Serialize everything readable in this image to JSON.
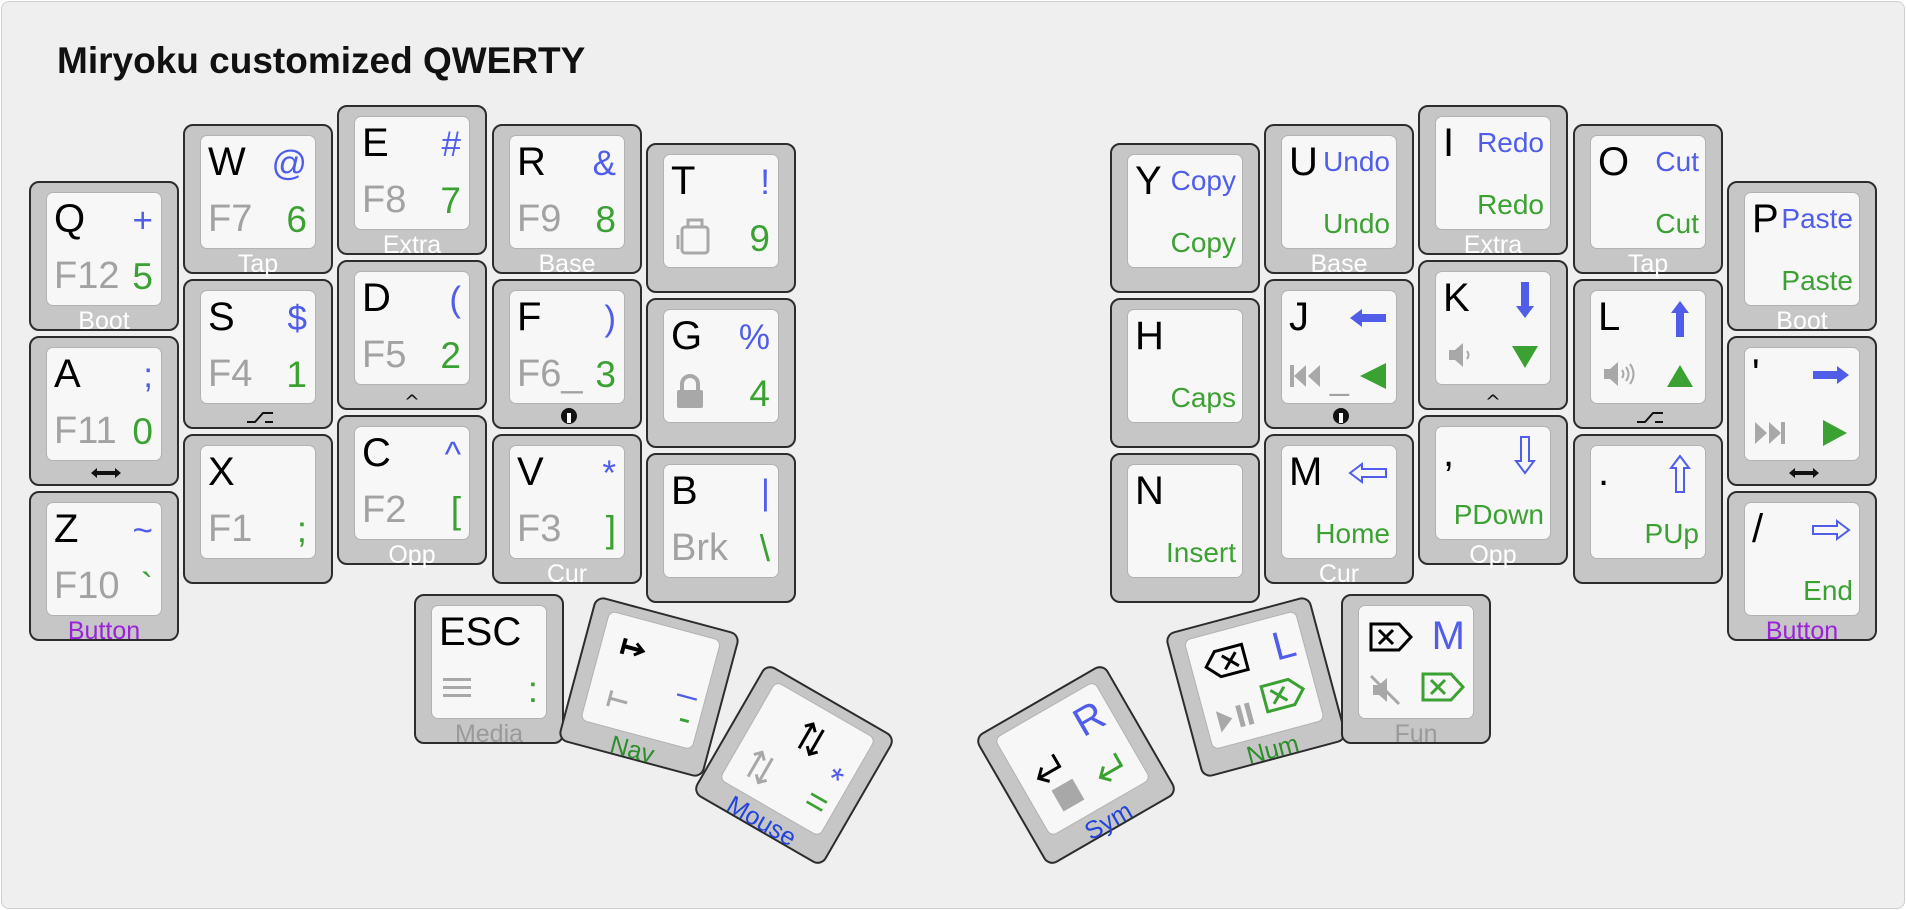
{
  "title": "Miryoku customized QWERTY",
  "colors": {
    "tap": "#000000",
    "shift": "#4f5de8",
    "num": "#3ba132",
    "fn": "#a2a2a2",
    "button_layer": "#9b22d8",
    "mouse_layer": "#2244dd"
  },
  "keys": {
    "q": {
      "tl": "Q",
      "tr": "+",
      "bl": "F12",
      "br": "5",
      "hold": "Boot"
    },
    "w": {
      "tl": "W",
      "tr": "@",
      "bl": "F7",
      "br": "6",
      "hold": "Tap"
    },
    "e": {
      "tl": "E",
      "tr": "#",
      "bl": "F8",
      "br": "7",
      "hold": "Extra"
    },
    "r": {
      "tl": "R",
      "tr": "&",
      "bl": "F9",
      "br": "8",
      "hold": "Base"
    },
    "t": {
      "tl": "T",
      "tr": "!",
      "icon": "paste-icon",
      "br": "9"
    },
    "a": {
      "tl": "A",
      "tr": ";",
      "bl": "F11",
      "br": "0",
      "icon": "gui-indicator-icon"
    },
    "s": {
      "tl": "S",
      "tr": "$",
      "bl": "F4",
      "br": "1",
      "icon": "alt-indicator-icon"
    },
    "d": {
      "tl": "D",
      "tr": "(",
      "bl": "F5",
      "br": "2",
      "ind": "^"
    },
    "f": {
      "tl": "F",
      "tr": ")",
      "bl": "F6_",
      "br": "3",
      "icon": "shift-indicator-icon"
    },
    "g": {
      "tl": "G",
      "tr": "%",
      "icon": "lock-icon",
      "br": "4"
    },
    "z": {
      "tl": "Z",
      "tr": "~",
      "bl": "F10",
      "br": "`",
      "hold": "Button"
    },
    "x": {
      "tl": "X",
      "bl": "F1",
      "br": ";"
    },
    "c": {
      "tl": "C",
      "tr": "^",
      "bl": "F2",
      "br": "[",
      "hold": "Opp"
    },
    "v": {
      "tl": "V",
      "tr": "*",
      "bl": "F3",
      "br": "]",
      "hold": "Cur"
    },
    "b": {
      "tl": "B",
      "tr": "|",
      "bl": "Brk",
      "br": "\\"
    },
    "esc": {
      "tl": "ESC",
      "icon": "menu-icon",
      "br": ":",
      "hold": "Media"
    },
    "nav": {
      "hold": "Nav",
      "icon": "tab-icon",
      "tr": "_",
      "br": "-"
    },
    "mouse": {
      "hold": "Mouse",
      "icon": "swap-icon",
      "tr": "*",
      "br": "="
    },
    "sym": {
      "hold": "Sym",
      "icon": "enter-icon",
      "tr": "R"
    },
    "num": {
      "hold": "Num",
      "icon": "backspace-icon",
      "tr": "L"
    },
    "fun": {
      "hold": "Fun",
      "icon": "delete-icon",
      "tr": "M"
    },
    "y": {
      "tl": "Y",
      "tr": "Copy",
      "br": "Copy"
    },
    "u": {
      "tl": "U",
      "tr": "Undo",
      "br": "Undo",
      "hold": "Base"
    },
    "i": {
      "tl": "I",
      "tr": "Redo",
      "br": "Redo",
      "hold": "Extra"
    },
    "o": {
      "tl": "O",
      "tr": "Cut",
      "br": "Cut",
      "hold": "Tap"
    },
    "p": {
      "tl": "P",
      "tr": "Paste",
      "br": "Paste",
      "hold": "Boot"
    },
    "h": {
      "tl": "H",
      "br": "Caps"
    },
    "j": {
      "tl": "J",
      "icon": "arrow-left-icon",
      "bl": "_"
    },
    "k": {
      "tl": "K",
      "icon": "arrow-down-icon",
      "ind": "^"
    },
    "l": {
      "tl": "L",
      "icon": "arrow-up-icon"
    },
    "quote": {
      "tl": "'",
      "icon": "arrow-right-icon"
    },
    "n": {
      "tl": "N",
      "br": "Insert"
    },
    "m": {
      "tl": "M",
      "br": "Home",
      "hold": "Cur"
    },
    "comma": {
      "tl": ",",
      "br": "PDown",
      "hold": "Opp"
    },
    "period": {
      "tl": ".",
      "br": "PUp"
    },
    "slash": {
      "tl": "/",
      "br": "End",
      "hold": "Button"
    }
  }
}
